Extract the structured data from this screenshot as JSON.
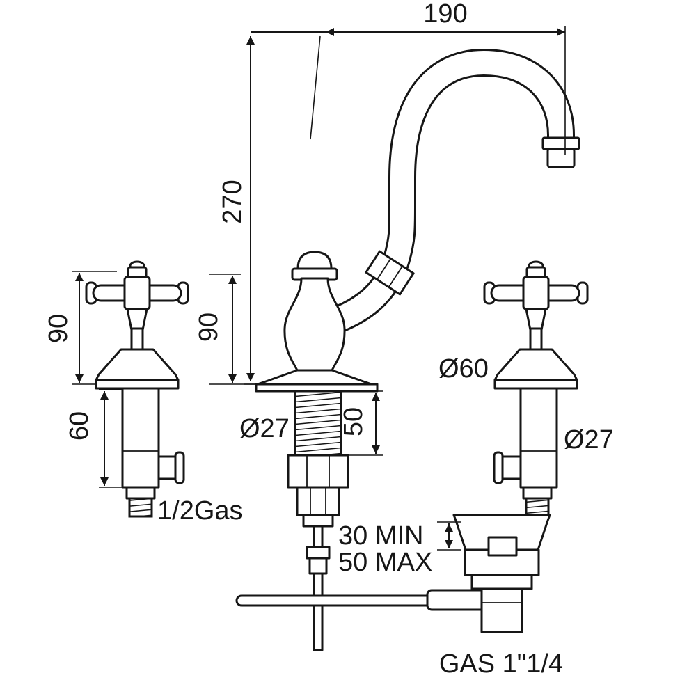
{
  "drawing": {
    "name": "Basin mixer faucet technical drawing",
    "colors": {
      "line": "#161616",
      "background": "#ffffff"
    },
    "labels": {
      "spout_reach": "190",
      "spout_height": "270",
      "left_handle_height": "90",
      "center_height": "90",
      "left_body_depth": "60",
      "left_thread": "1/2Gas",
      "shank_diameter": "Ø27",
      "shank_length": "50",
      "handle_diameter": "Ø60",
      "right_body_diameter": "Ø27",
      "deck_min": "30 MIN",
      "deck_max": "50 MAX",
      "waste_thread": "GAS 1\"1/4"
    }
  }
}
